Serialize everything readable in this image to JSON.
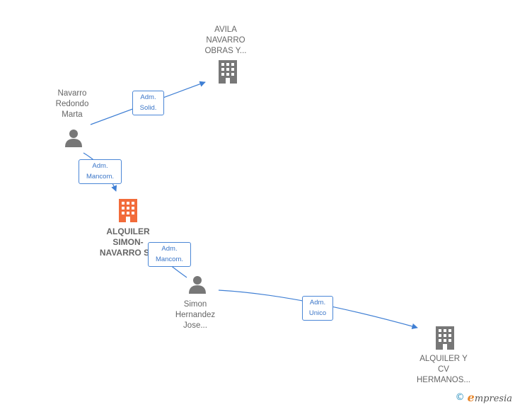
{
  "colors": {
    "person": "#777777",
    "company": "#777777",
    "focus_company": "#f26b3a",
    "edge": "#3f7fd4"
  },
  "nodes": {
    "navarro": {
      "lines": [
        "Navarro",
        "Redondo",
        "Marta"
      ],
      "icon": "person-icon"
    },
    "avila": {
      "lines": [
        "AVILA",
        "NAVARRO",
        "OBRAS Y..."
      ],
      "icon": "building-icon"
    },
    "alquiler_simon": {
      "lines": [
        "ALQUILER",
        "SIMON-",
        "NAVARRO  S..."
      ],
      "icon": "building-icon"
    },
    "simon": {
      "lines": [
        "Simon",
        "Hernandez",
        "Jose..."
      ],
      "icon": "person-icon"
    },
    "alquiler_cv": {
      "lines": [
        "ALQUILER Y",
        "CV",
        "HERMANOS..."
      ],
      "icon": "building-icon"
    }
  },
  "edges": {
    "e1": {
      "lines": [
        "Adm.",
        "Solid."
      ]
    },
    "e2": {
      "lines": [
        "Adm.",
        "Mancom."
      ]
    },
    "e3": {
      "lines": [
        "Adm.",
        "Mancom."
      ]
    },
    "e4": {
      "lines": [
        "Adm.",
        "Unico"
      ]
    }
  },
  "footer": {
    "copyright_symbol": "©",
    "brand_first": "e",
    "brand_rest": "mpresia"
  }
}
